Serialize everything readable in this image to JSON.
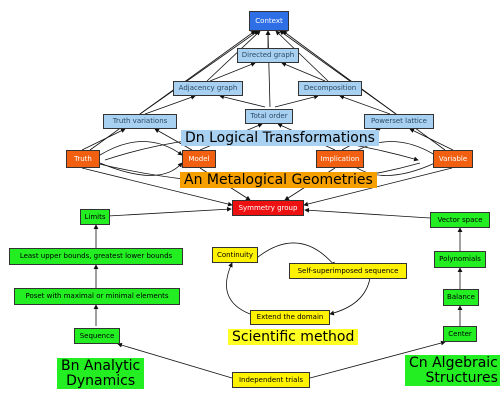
{
  "nodes": {
    "context": "Context",
    "directed_graph": "Directed graph",
    "adjacency_graph": "Adjacency graph",
    "decomposition": "Decomposition",
    "total_order": "Total order",
    "truth_variations": "Truth variations",
    "powerset_lattice": "Powerset lattice",
    "truth": "Truth",
    "model": "Model",
    "implication": "Implication",
    "variable": "Variable",
    "symmetry_group": "Symmetry group",
    "limits": "Limits",
    "least_upper": "Least upper bounds, greatest lower bounds",
    "poset": "Poset with maximal or minimal elements",
    "sequence": "Sequence",
    "continuity": "Continuity",
    "self_superimposed": "Self-superimposed sequence",
    "extend_domain": "Extend the domain",
    "vector_space": "Vector space",
    "polynomials": "Polynomials",
    "balance": "Balance",
    "center": "Center",
    "independent_trials": "Independent trials"
  },
  "bands": {
    "dn": "Dn Logical Transformations",
    "an": "An Metalogical Geometries",
    "scientific": "Scientific method",
    "bn_line1": "Bn Analytic",
    "bn_line2": "Dynamics",
    "cn_line1": "Cn Algebraic",
    "cn_line2": "Structures"
  },
  "colors": {
    "context": "#2f6fe6",
    "light_blue": "#a8d0f0",
    "orange": "#f06010",
    "red": "#ee1111",
    "green": "#22ee22",
    "yellow": "#fff200",
    "band_orange": "#f5a000"
  }
}
